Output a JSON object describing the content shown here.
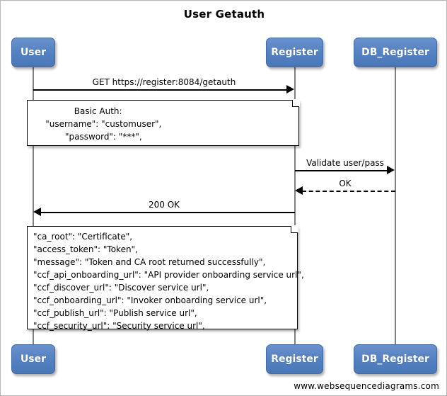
{
  "diagram": {
    "title": "User Getauth",
    "footer": "www.websequencediagrams.com",
    "accent_color": "#5a84c4",
    "line_color": "#808080",
    "arrow_color": "#000000"
  },
  "participants": [
    {
      "name": "User",
      "top_label": "User",
      "bottom_label": "User"
    },
    {
      "name": "Register",
      "top_label": "Register",
      "bottom_label": "Register"
    },
    {
      "name": "DB_Register",
      "top_label": "DB_Register",
      "bottom_label": "DB_Register"
    }
  ],
  "messages": [
    {
      "label": "GET https://register:8084/getauth",
      "from": "User",
      "to": "Register",
      "style": "solid",
      "direction": "right"
    },
    {
      "label": "Validate user/pass",
      "from": "Register",
      "to": "DB_Register",
      "style": "solid",
      "direction": "right"
    },
    {
      "label": "OK",
      "from": "DB_Register",
      "to": "Register",
      "style": "dashed",
      "direction": "left"
    },
    {
      "label": "200 OK",
      "from": "Register",
      "to": "User",
      "style": "solid",
      "direction": "left"
    }
  ],
  "notes": [
    {
      "id": "basic-auth-note",
      "align": "centered",
      "lines": [
        "Basic Auth:",
        "    \"username\": \"customuser\",",
        "    \"password\": \"***\","
      ],
      "text": "Basic Auth:\n    \"username\": \"customuser\",\n    \"password\": \"***\","
    },
    {
      "id": "token-response-note",
      "align": "left-al",
      "lines": [
        "\"ca_root\": \"Certificate\",",
        "\"access_token\": \"Token\",",
        "\"message\": \"Token and CA root returned successfully\",",
        "\"ccf_api_onboarding_url\": \"API provider onboarding service url\",",
        "\"ccf_discover_url\": \"Discover service url\",",
        "\"ccf_onboarding_url\": \"Invoker onboarding service url\",",
        "\"ccf_publish_url\": \"Publish service url\",",
        "\"ccf_security_url\": \"Security service url\","
      ],
      "text": "\"ca_root\": \"Certificate\",\n\"access_token\": \"Token\",\n\"message\": \"Token and CA root returned successfully\",\n\"ccf_api_onboarding_url\": \"API provider onboarding service url\",\n\"ccf_discover_url\": \"Discover service url\",\n\"ccf_onboarding_url\": \"Invoker onboarding service url\",\n\"ccf_publish_url\": \"Publish service url\",\n\"ccf_security_url\": \"Security service url\","
    }
  ]
}
